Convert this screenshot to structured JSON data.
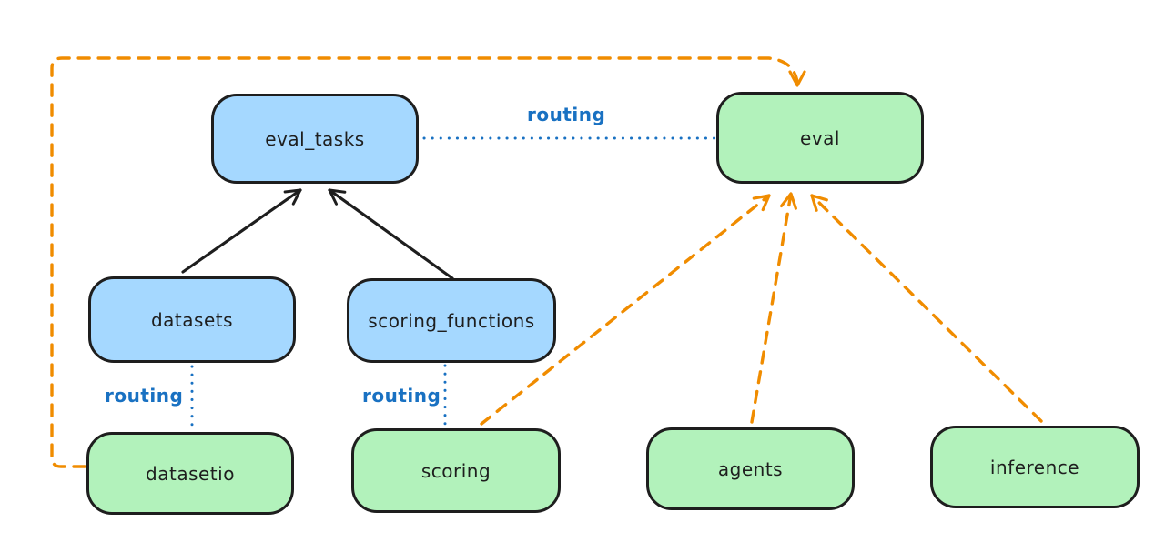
{
  "diagram": {
    "nodes": [
      {
        "id": "eval_tasks",
        "label": "eval_tasks",
        "fill": "#a5d8ff"
      },
      {
        "id": "eval",
        "label": "eval",
        "fill": "#b2f2bb"
      },
      {
        "id": "datasets",
        "label": "datasets",
        "fill": "#a5d8ff"
      },
      {
        "id": "scoring_functions",
        "label": "scoring_functions",
        "fill": "#a5d8ff"
      },
      {
        "id": "datasetio",
        "label": "datasetio",
        "fill": "#b2f2bb"
      },
      {
        "id": "scoring",
        "label": "scoring",
        "fill": "#b2f2bb"
      },
      {
        "id": "agents",
        "label": "agents",
        "fill": "#b2f2bb"
      },
      {
        "id": "inference",
        "label": "inference",
        "fill": "#b2f2bb"
      }
    ],
    "edges": [
      {
        "from": "datasets",
        "to": "eval_tasks",
        "style": "solid-arrow",
        "color": "#1e1e1e",
        "label": ""
      },
      {
        "from": "scoring_functions",
        "to": "eval_tasks",
        "style": "solid-arrow",
        "color": "#1e1e1e",
        "label": ""
      },
      {
        "from": "eval_tasks",
        "to": "eval",
        "style": "dotted",
        "color": "#1971c2",
        "label": "routing"
      },
      {
        "from": "datasets",
        "to": "datasetio",
        "style": "dotted",
        "color": "#1971c2",
        "label": "routing"
      },
      {
        "from": "scoring_functions",
        "to": "scoring",
        "style": "dotted",
        "color": "#1971c2",
        "label": "routing"
      },
      {
        "from": "datasetio",
        "to": "eval",
        "style": "dashed-arrow",
        "color": "#f08c00",
        "label": ""
      },
      {
        "from": "scoring",
        "to": "eval",
        "style": "dashed-arrow",
        "color": "#f08c00",
        "label": ""
      },
      {
        "from": "agents",
        "to": "eval",
        "style": "dashed-arrow",
        "color": "#f08c00",
        "label": ""
      },
      {
        "from": "inference",
        "to": "eval",
        "style": "dashed-arrow",
        "color": "#f08c00",
        "label": ""
      }
    ],
    "colors": {
      "blue_node_fill": "#a5d8ff",
      "green_node_fill": "#b2f2bb",
      "node_border": "#1e1e1e",
      "routing_line": "#1971c2",
      "provider_arrow": "#f08c00",
      "background": "#ffffff"
    }
  }
}
